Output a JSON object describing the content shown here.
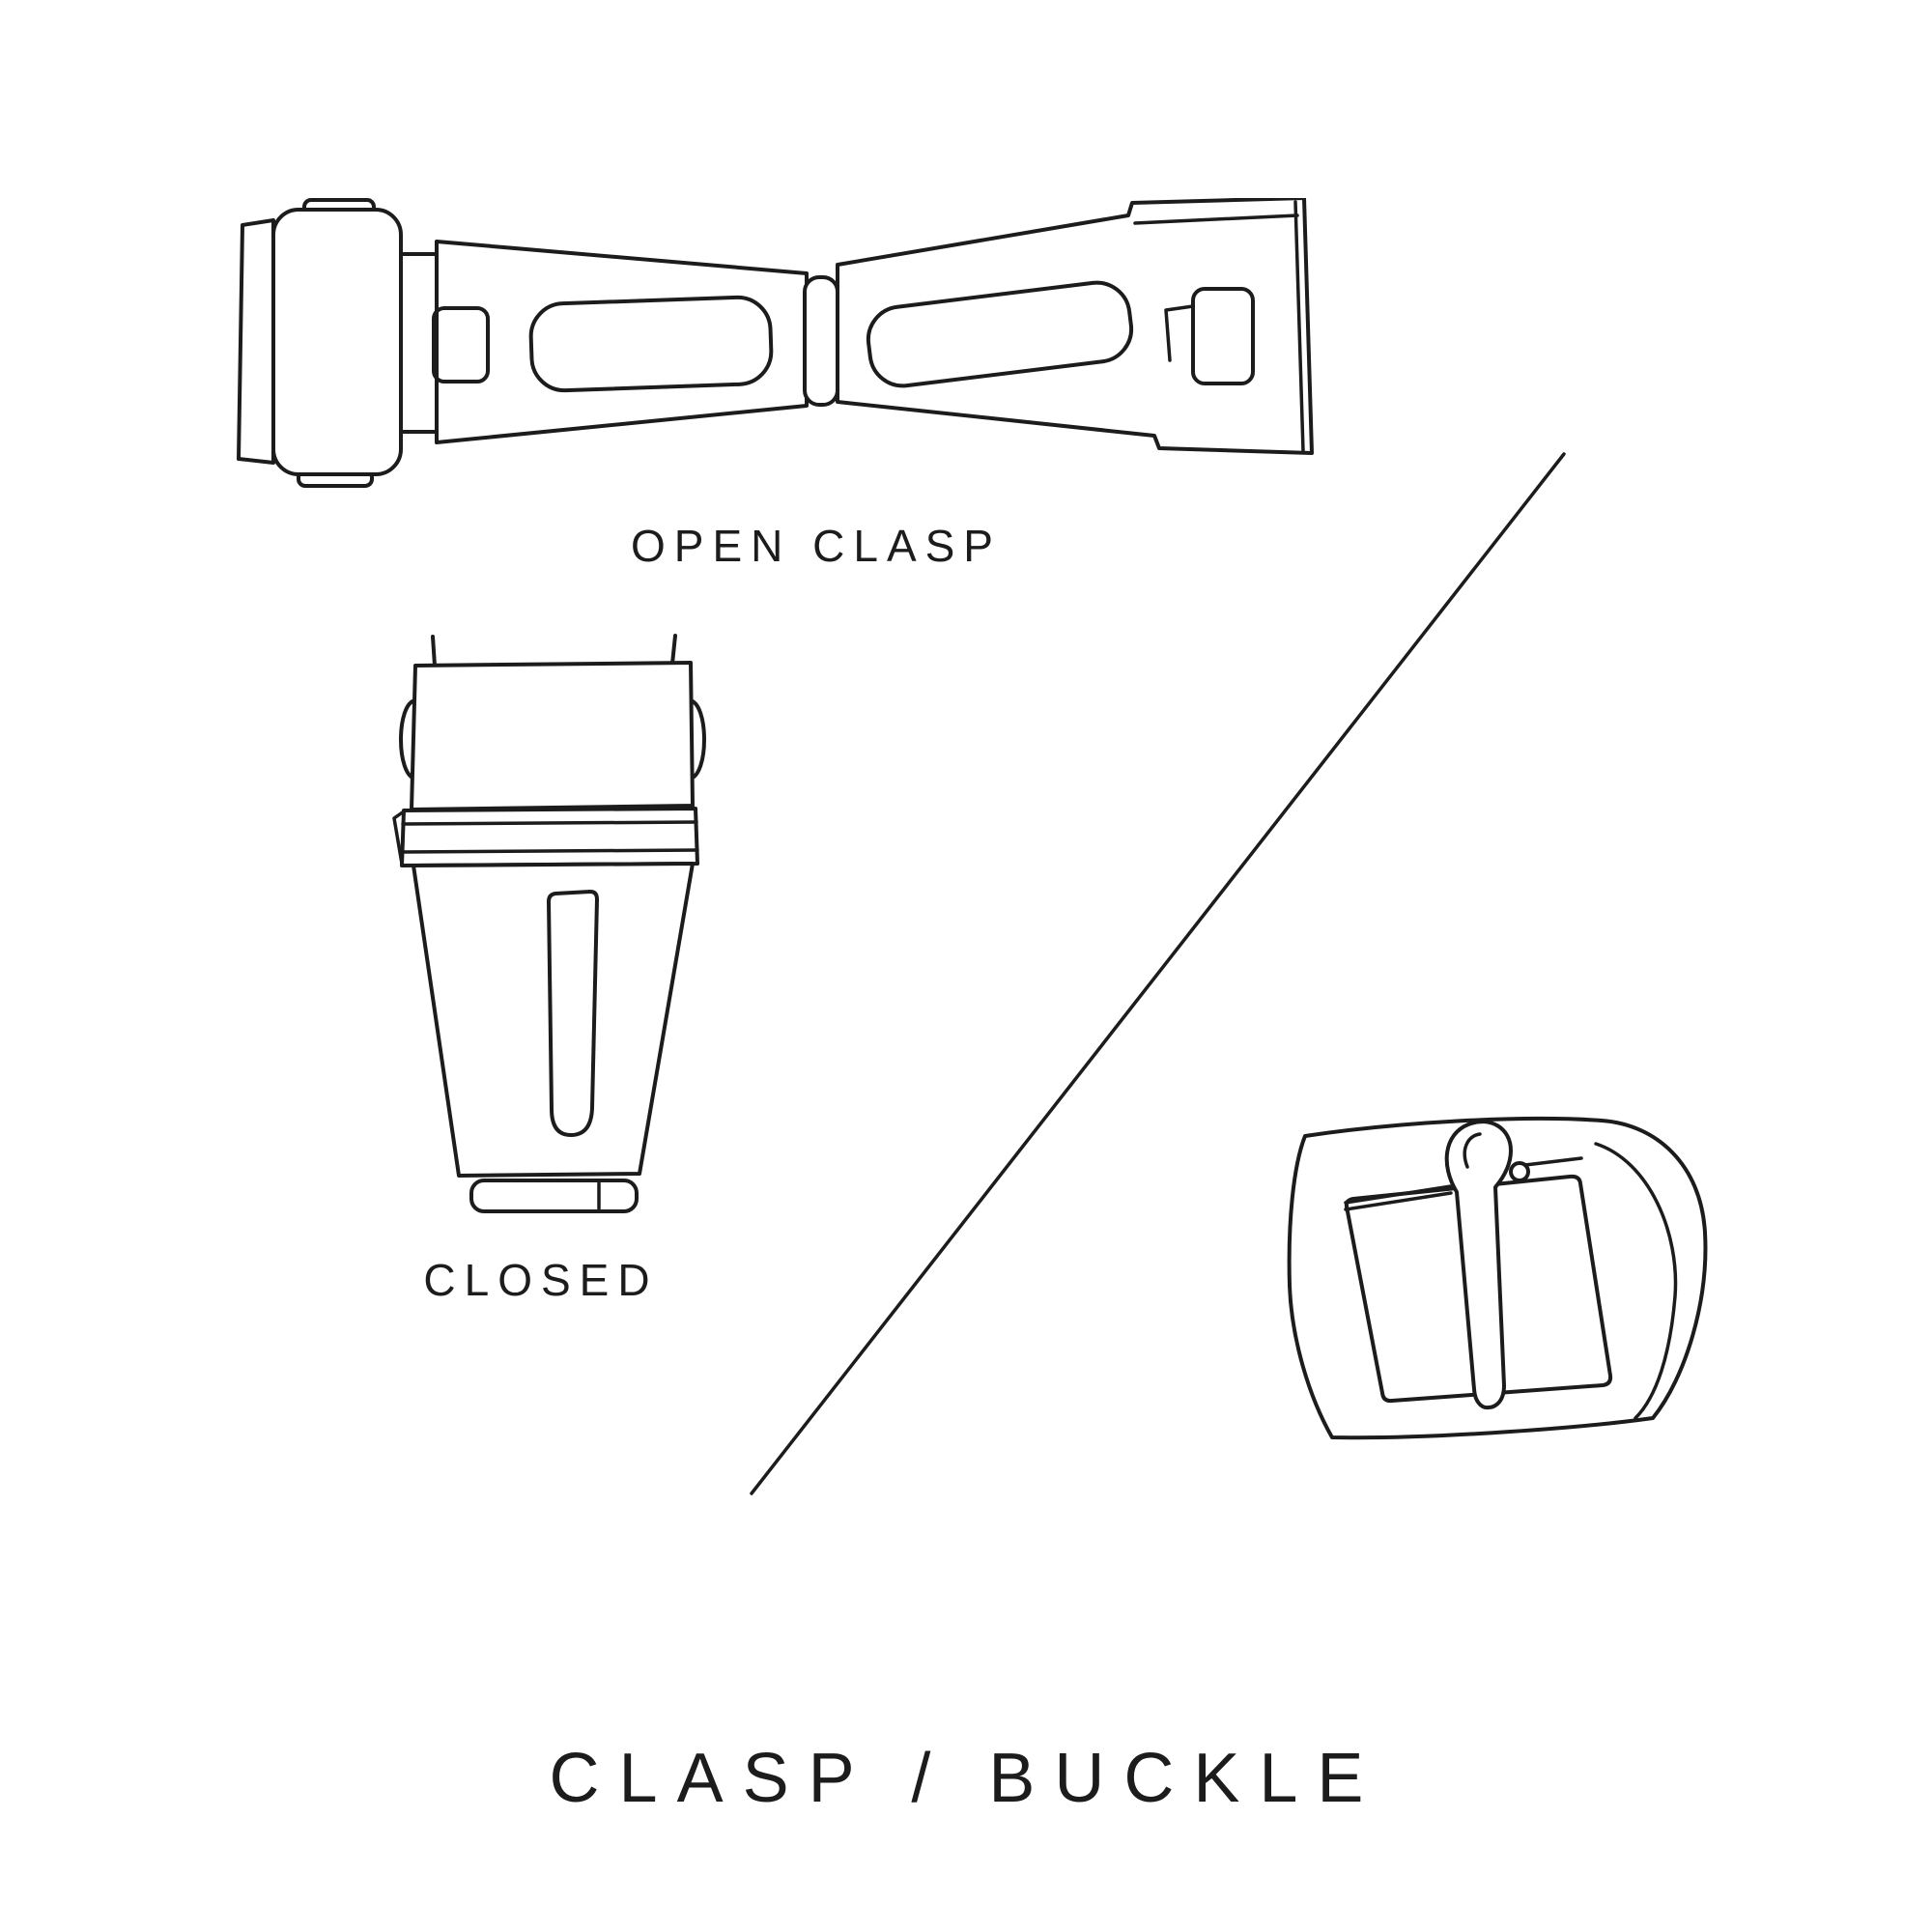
{
  "page": {
    "title": "CLASP / BUCKLE",
    "background_color": "#ffffff",
    "line_color": "#1c1c1c"
  },
  "figures": {
    "open_clasp": {
      "label": "OPEN CLASP",
      "icon": "open-clasp-illustration"
    },
    "closed_clasp": {
      "label": "CLOSED",
      "icon": "closed-clasp-illustration"
    },
    "buckle": {
      "icon": "tang-buckle-illustration"
    }
  },
  "divider": {
    "icon": "diagonal-divider-line"
  }
}
